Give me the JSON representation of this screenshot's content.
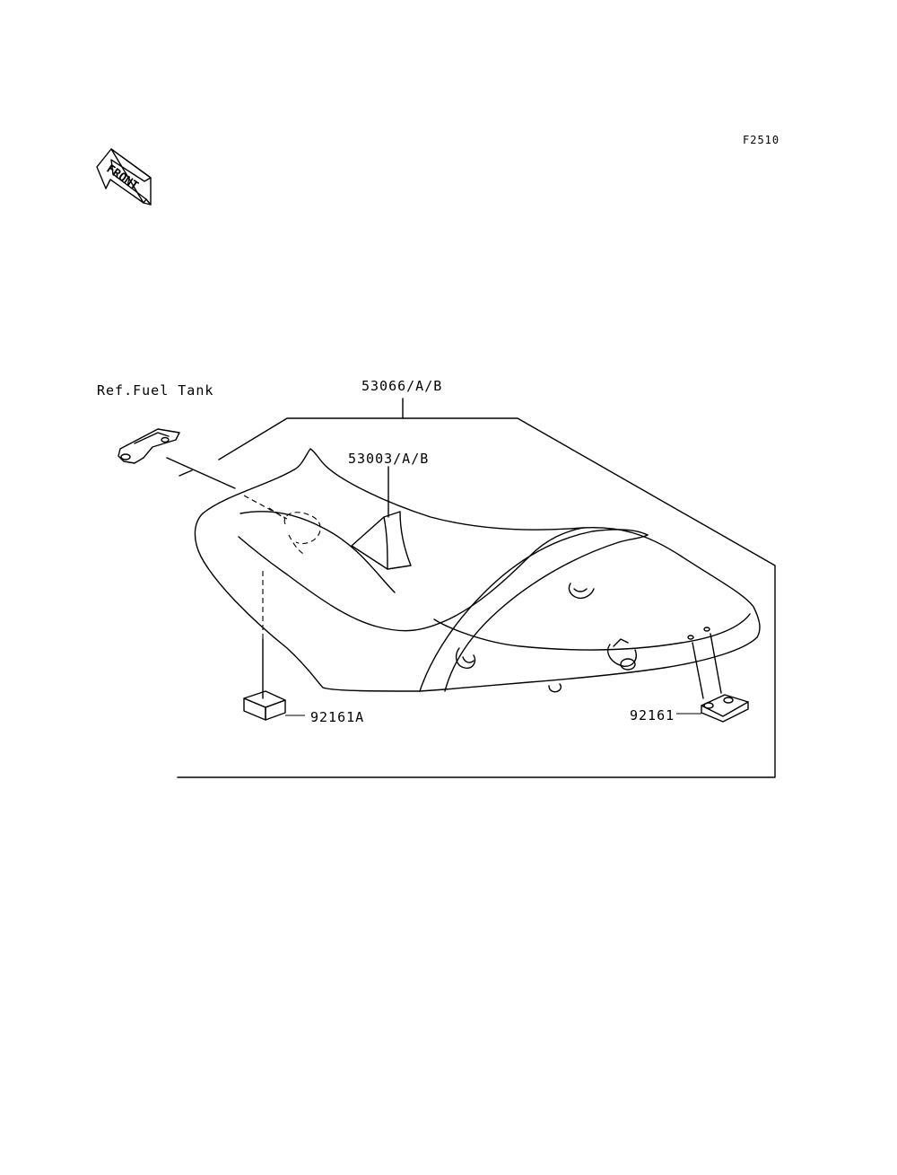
{
  "figure": {
    "code": "F2510",
    "front_arrow_text": "FRONT"
  },
  "reference": {
    "label": "Ref.Fuel Tank"
  },
  "parts": {
    "seat_assembly": "53066/A/B",
    "seat_cover": "53003/A/B",
    "damper_left": "92161A",
    "damper_right": "92161"
  }
}
